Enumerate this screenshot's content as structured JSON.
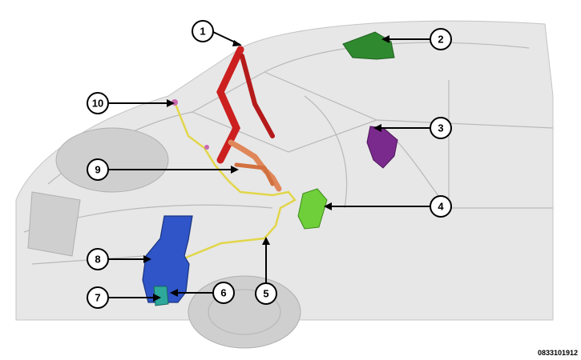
{
  "callouts": [
    "1",
    "2",
    "3",
    "4",
    "5",
    "6",
    "7",
    "8",
    "9",
    "10"
  ],
  "figure_id": "0833101912",
  "colors": {
    "wiper_arm": "#cc1f1f",
    "sensor_module": "#2f8a2f",
    "switch": "#7a2a8c",
    "control_module": "#6fcf3a",
    "hose": "#e2d64a",
    "reservoir": "#2f55c8",
    "pump": "#2ea89a",
    "linkage": "#e0875a",
    "nozzle": "#c86ab0"
  }
}
